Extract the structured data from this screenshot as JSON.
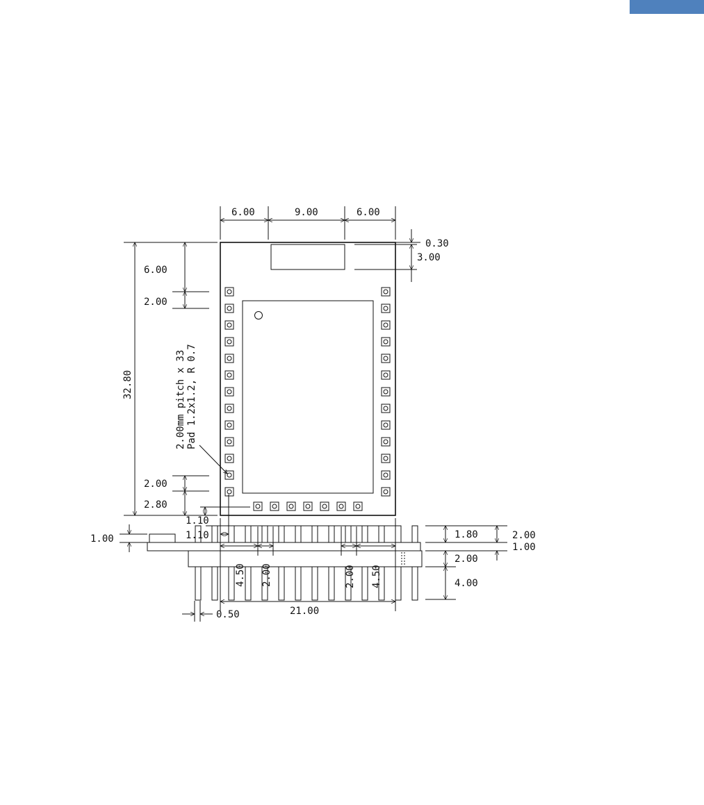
{
  "colors": {
    "line": "#111111",
    "accent_tab": "#4f81bd",
    "background": "#ffffff"
  },
  "top_view": {
    "widths": {
      "left": "6.00",
      "middle": "9.00",
      "right": "6.00",
      "total": "21.00"
    },
    "antenna": {
      "gap": "0.30",
      "height": "3.00"
    },
    "height_total": "32.80",
    "left_side": {
      "top_clearance": "6.00",
      "pin_offset": "2.00",
      "pitch_bottom": "2.00",
      "bottom_offset": "2.80"
    },
    "edge_offsets": {
      "vertical": "1.10",
      "horizontal": "1.10"
    },
    "bottom_row": {
      "left_margin": "4.50",
      "left_pitch": "2.00",
      "right_pitch": "2.00",
      "right_margin": "4.50"
    },
    "pad_note": {
      "line1": "2.00mm pitch x 33",
      "line2": "Pad 1.2x1.2, R 0.7"
    }
  },
  "side_view": {
    "component_height": "1.00",
    "pin_top": "1.80",
    "total_top": "2.00",
    "board_thickness": "1.00",
    "pin_below_board": "2.00",
    "pin_length": "4.00",
    "pin_width": "0.50"
  }
}
